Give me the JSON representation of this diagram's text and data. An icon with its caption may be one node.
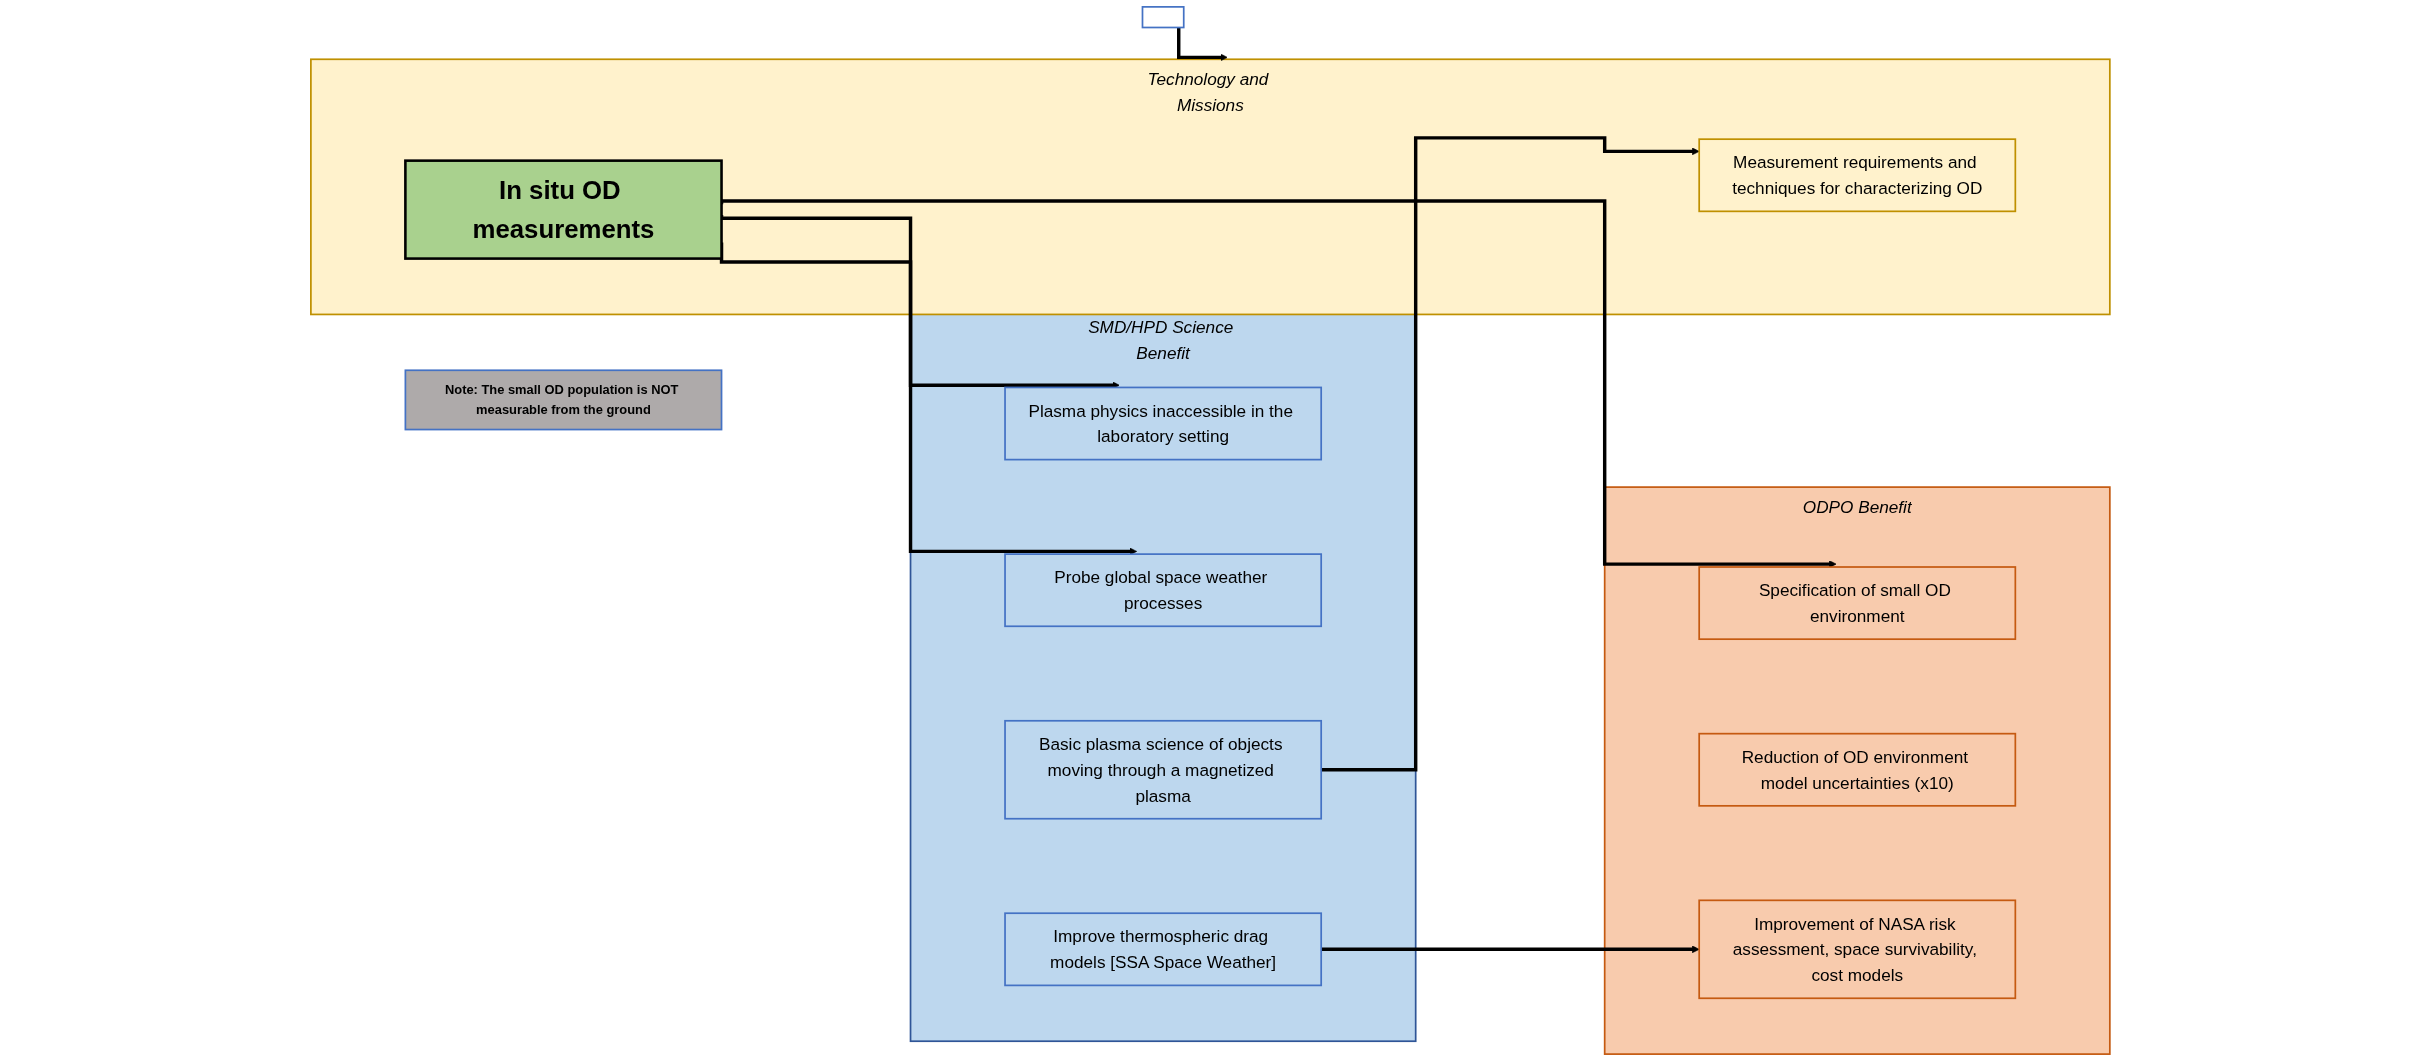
{
  "diagram": {
    "nodes": [
      {
        "text": [],
        "shape": "box"
      },
      {
        "text": [
          "ODPO Benefit"
        ]
      },
      {
        "text": [
          "Specification of small OD environment"
        ],
        "in": 1
      },
      {
        "text": [
          "Reduction of OD environment model uncertainties (x10)"
        ],
        "in": 1
      },
      {
        "text": [
          "Improvement of NASA risk assessment, space survivability, cost models"
        ],
        "in": 1
      },
      {
        "text": [
          "Technology and Missions"
        ]
      },
      {
        "text": [
          "Measurement requirements and techniques for characterizing OD"
        ],
        "in": 5
      },
      {
        "text": [
          "In situ OD measurements"
        ],
        "in": 5
      },
      {
        "text": [
          "SMD/HPD Science Benefit"
        ]
      },
      {
        "text": [
          "Basic plasma science of objects moving through a magnetized plasma"
        ],
        "in": 8
      },
      {
        "text": [
          "Plasma physics inaccessible in the laboratory setting"
        ],
        "in": 8
      },
      {
        "text": [
          "Probe global space weather processes"
        ],
        "in": 8
      },
      {
        "text": [
          "Improve thermospheric drag models [SSA Space Weather]"
        ],
        "in": 8
      },
      {
        "text": [
          "Note: The small OD population is NOT measurable from the ground"
        ]
      }
    ],
    "edges": [
      {
        "from": 0,
        "to": 5,
        "arrow": "to"
      },
      {
        "from": 7,
        "to": 2,
        "arrow": "to"
      },
      {
        "from": 9,
        "to": 6,
        "arrow": "to"
      },
      {
        "from": 7,
        "to": 10,
        "arrow": "to"
      },
      {
        "from": 7,
        "to": 11,
        "arrow": "to"
      },
      {
        "from": 12,
        "to": 4,
        "arrow": "to"
      }
    ]
  }
}
